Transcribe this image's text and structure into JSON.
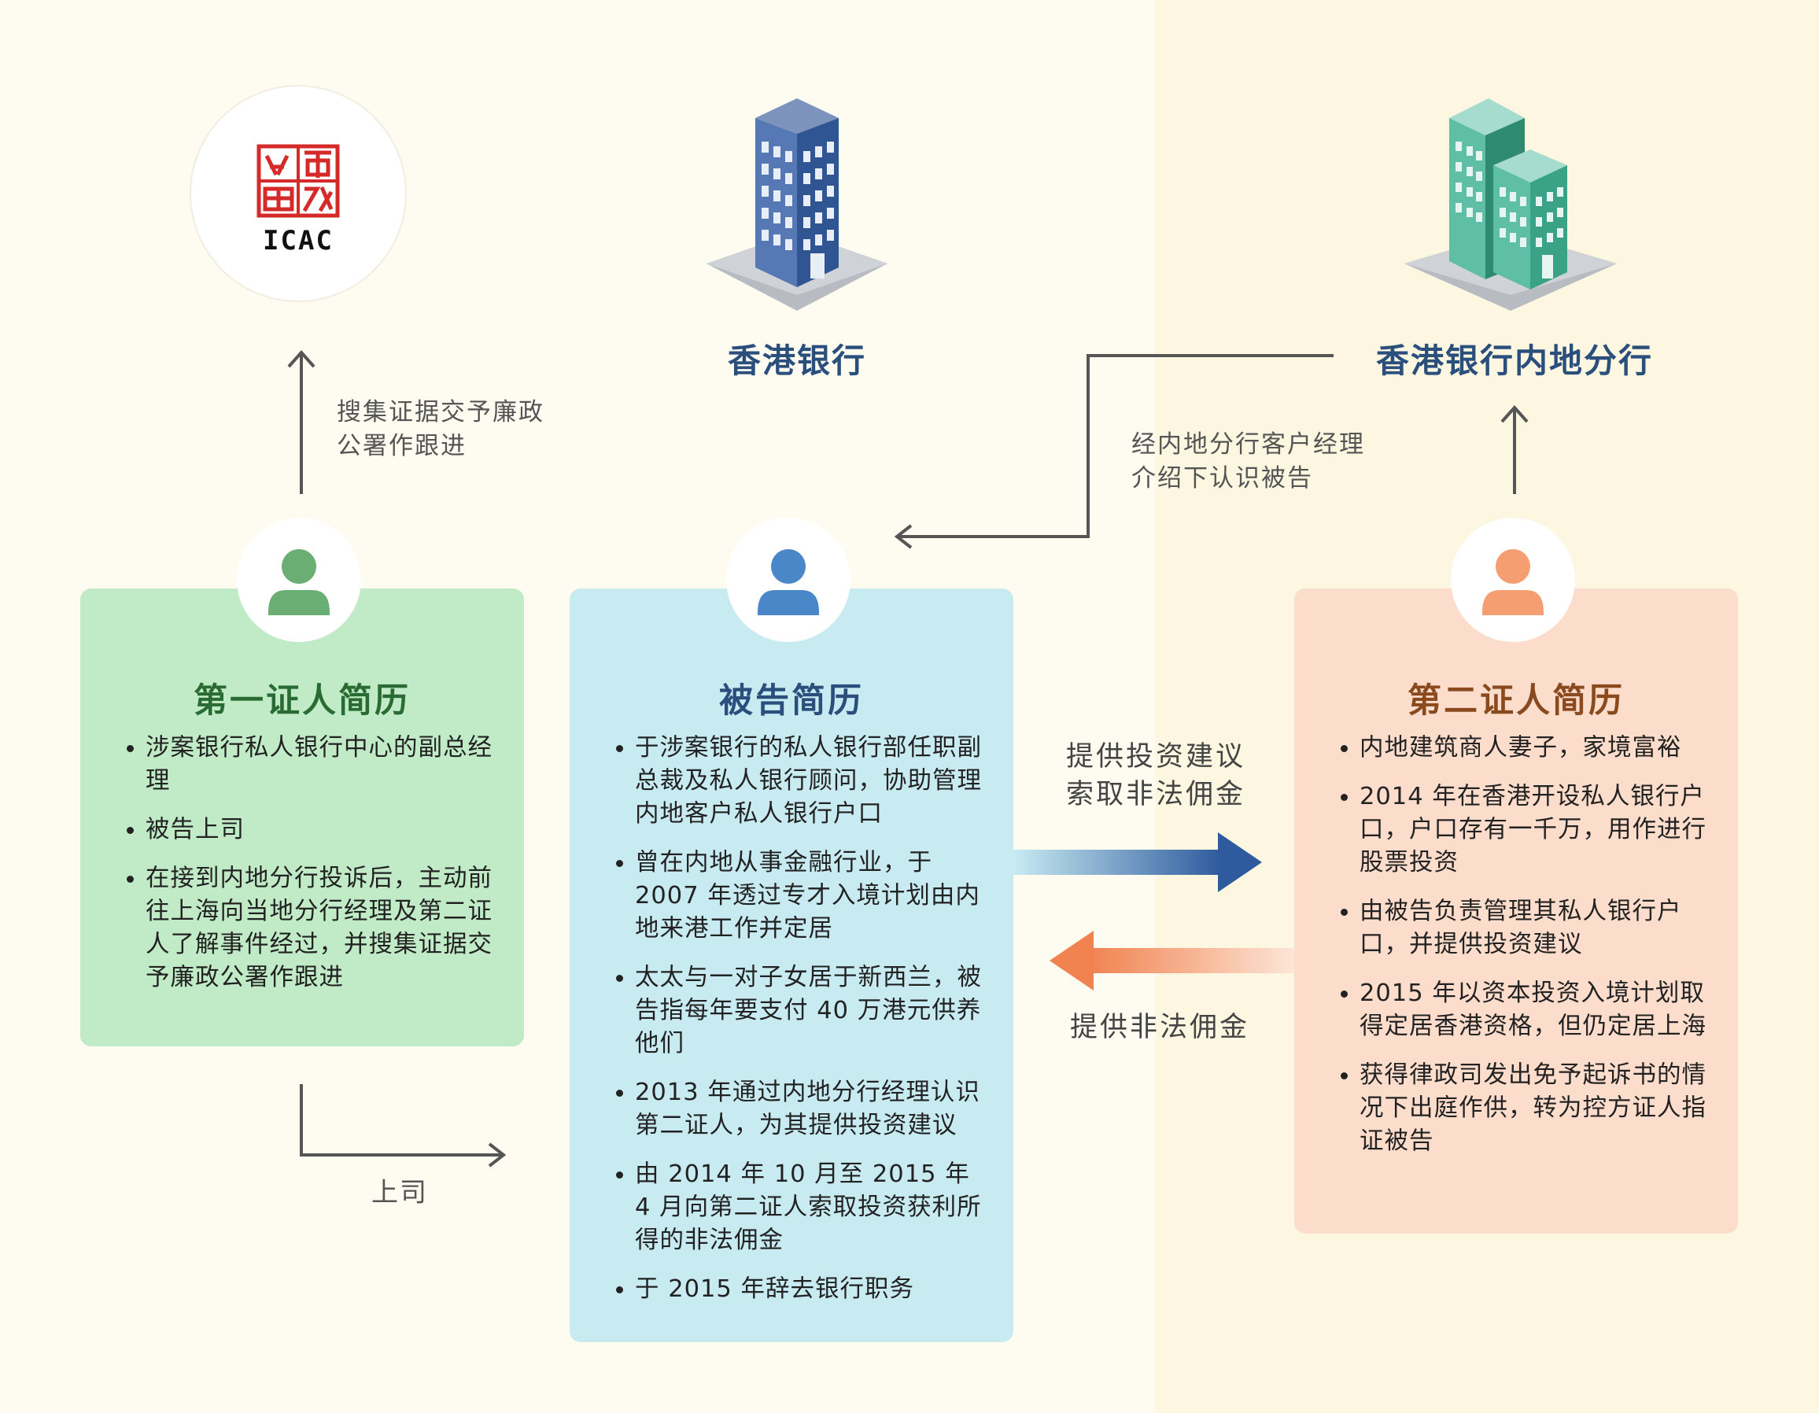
{
  "logo": {
    "text": "ICAC",
    "seal": "廉政公署"
  },
  "buildings": {
    "hk_bank": {
      "label": "香港银行"
    },
    "mainland_branch": {
      "label": "香港银行内地分行"
    }
  },
  "notes": {
    "icac_note": [
      "搜集证据交予廉政",
      "公署作跟进"
    ],
    "branch_note": [
      "经内地分行客户经理",
      "介绍下认识被告"
    ],
    "superior_label": "上司"
  },
  "flows": {
    "right_arrow_label": [
      "提供投资建议",
      "索取非法佣金"
    ],
    "left_arrow_label": "提供非法佣金"
  },
  "cards": {
    "witness1": {
      "title": "第一证人简历",
      "items": [
        "涉案银行私人银行中心的副总经理",
        "被告上司",
        "在接到内地分行投诉后，主动前往上海向当地分行经理及第二证人了解事件经过，并搜集证据交予廉政公署作跟进"
      ]
    },
    "defendant": {
      "title": "被告简历",
      "items": [
        "于涉案银行的私人银行部任职副总裁及私人银行顾问，协助管理内地客户私人银行户口",
        "曾在内地从事金融行业，于2007 年透过专才入境计划由内地来港工作并定居",
        "太太与一对子女居于新西兰，被告指每年要支付 40 万港元供养他们",
        "2013 年通过内地分行经理认识第二证人，为其提供投资建议",
        "由 2014 年 10 月至 2015 年 4 月向第二证人索取投资获利所得的非法佣金",
        "于 2015 年辞去银行职务"
      ]
    },
    "witness2": {
      "title": "第二证人简历",
      "items": [
        "内地建筑商人妻子，家境富裕",
        "2014 年在香港开设私人银行户口，户口存有一千万，用作进行股票投资",
        "由被告负责管理其私人银行户口，并提供投资建议",
        "2015 年以资本投资入境计划取得定居香港资格，但仍定居上海",
        "获得律政司发出免予起诉书的情况下出庭作供，转为控方证人指证被告"
      ]
    }
  },
  "colors": {
    "witness1_bg": "#c0ebc6",
    "witness1_title": "#2a6b34",
    "witness1_avatar": "#6aae73",
    "defendant_bg": "#c8ebf2",
    "defendant_title": "#2b4f7c",
    "defendant_avatar": "#4a87c8",
    "witness2_bg": "#fcdccb",
    "witness2_title": "#8a4a1e",
    "witness2_avatar": "#f59e72"
  }
}
